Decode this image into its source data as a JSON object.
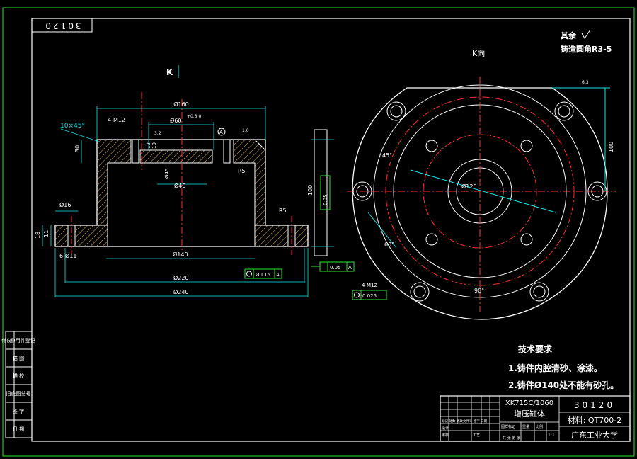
{
  "drawing": {
    "number_box": "30120",
    "k_label": "K",
    "k_view_label": "K向",
    "notes": {
      "surface": "其余",
      "fillet": "铸造圆角R3-5"
    },
    "tech": {
      "title": "技术要求",
      "line1": "1.铸件内腔清砂、涂漆。",
      "line2": "2.铸件Ø140处不能有砂孔。"
    },
    "title_block": {
      "model": "XK715C/1060",
      "part_name": "增压缸体",
      "number": "30120",
      "material": "材料: QT700-2",
      "school": "广东工业大学",
      "small_a": "图样标记",
      "small_b": "重量",
      "small_c": "比例",
      "small_d": "1:1",
      "small_e": "标记 处数 更改文件号 签字 日期",
      "small_f": "设计",
      "small_g": "审核",
      "small_h": "工艺",
      "small_i": "共 张 第 张"
    },
    "left_table": [
      "借(通)用件登记",
      "描 图",
      "描 校",
      "旧底图总号",
      "签 字",
      "日 期"
    ],
    "dims": {
      "d160": "Ø160",
      "d60": "Ø60",
      "d60tol": "+0.3 0",
      "chamfer": "10×45°",
      "thread_top": "4-M12",
      "h30": "30",
      "ra32": "3.2",
      "ra16": "1.6",
      "n12": "12",
      "n10": "10",
      "d40": "Ø40",
      "d45": "Ø45",
      "r5a": "R5",
      "r5b": "R5",
      "d16": "Ø16",
      "h11": "11",
      "h18": "18",
      "holes": "6-Ø11",
      "d140": "Ø140",
      "d220": "Ø220",
      "d240": "Ø240",
      "h100": "100",
      "datum": "A",
      "pos_tol": "Ø0.15",
      "flat_tol": "0.05",
      "parallel_tol": "0.05",
      "thread_bottom": "4-M12",
      "pos_tol2": "0.025",
      "a45": "45°",
      "a60": "60°",
      "a90": "90°",
      "d120": "Ø120",
      "h100r": "100",
      "r63": "6.3"
    }
  }
}
